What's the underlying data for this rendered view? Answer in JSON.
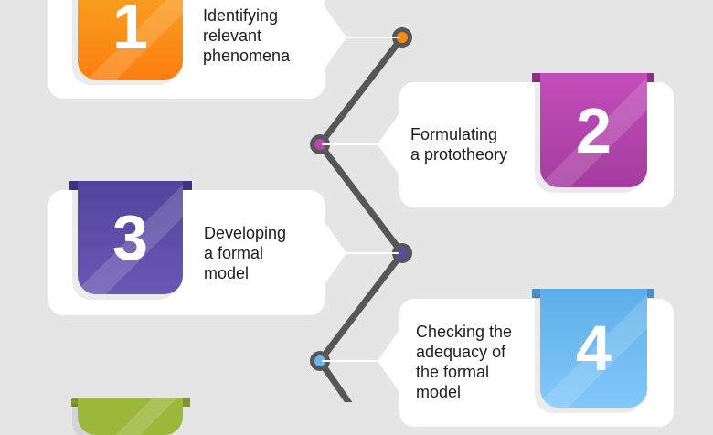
{
  "steps": [
    {
      "number": "1",
      "label": "Identifying\nrelevant\nphenomena",
      "color": "#f98a12"
    },
    {
      "number": "2",
      "label": "Formulating\na prototheory",
      "color": "#b846ad"
    },
    {
      "number": "3",
      "label": "Developing\na formal\nmodel",
      "color": "#5a4ba5"
    },
    {
      "number": "4",
      "label": "Checking the\nadequacy of\nthe formal\nmodel",
      "color": "#6bb6ee"
    },
    {
      "number": "",
      "label": "",
      "color": "#9bb83a"
    }
  ]
}
